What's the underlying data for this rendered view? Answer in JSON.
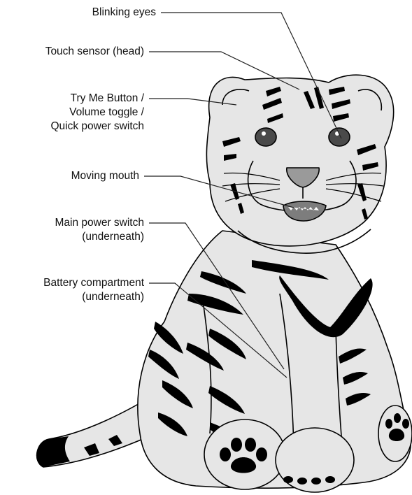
{
  "labels": [
    {
      "id": "blinking-eyes",
      "lines": [
        "Blinking eyes"
      ]
    },
    {
      "id": "touch-sensor",
      "lines": [
        "Touch sensor (head)"
      ]
    },
    {
      "id": "try-me-button",
      "lines": [
        "Try Me Button /",
        "Volume toggle /",
        "Quick power switch"
      ]
    },
    {
      "id": "moving-mouth",
      "lines": [
        "Moving mouth"
      ]
    },
    {
      "id": "main-power-switch",
      "lines": [
        "Main power switch",
        "(underneath)"
      ]
    },
    {
      "id": "battery-compartment",
      "lines": [
        "Battery compartment",
        "(underneath)"
      ]
    }
  ],
  "colors": {
    "body_fill": "#e6e6e6",
    "outline": "#000000",
    "stripe": "#000000",
    "eye": "#4a4a4a",
    "nose": "#9a9a9a",
    "mouth": "#7d7d7d",
    "leader_line": "#222222"
  }
}
